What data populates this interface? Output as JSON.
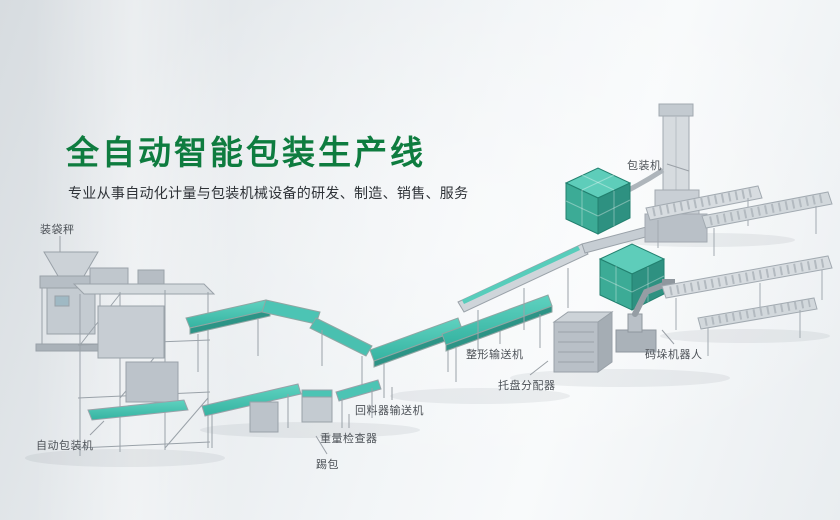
{
  "page": {
    "title": "全自动智能包装生产线",
    "subtitle": "专业从事自动化计量与包装机械设备的研发、制造、销售、服务"
  },
  "labels": {
    "bagging_scale": "装袋秤",
    "packing_machine": "包装机",
    "shaping_conveyor": "整形输送机",
    "return_feeder_conveyor": "回料器输送机",
    "pallet_dispenser": "托盘分配器",
    "palletizing_robot": "码垛机器人",
    "weight_checker": "重量检查器",
    "bag_kicker": "踢包",
    "auto_packing_machine": "自动包装机"
  },
  "colors": {
    "title_green": "#0e7c3f",
    "belt_teal": "#4cc4b4",
    "cube_teal_top": "#5ecdba",
    "cube_teal_front": "#3cab96",
    "machine_gray": "#c3cad0",
    "label_text": "#4c5157",
    "background_light": "#f2f5f7"
  }
}
